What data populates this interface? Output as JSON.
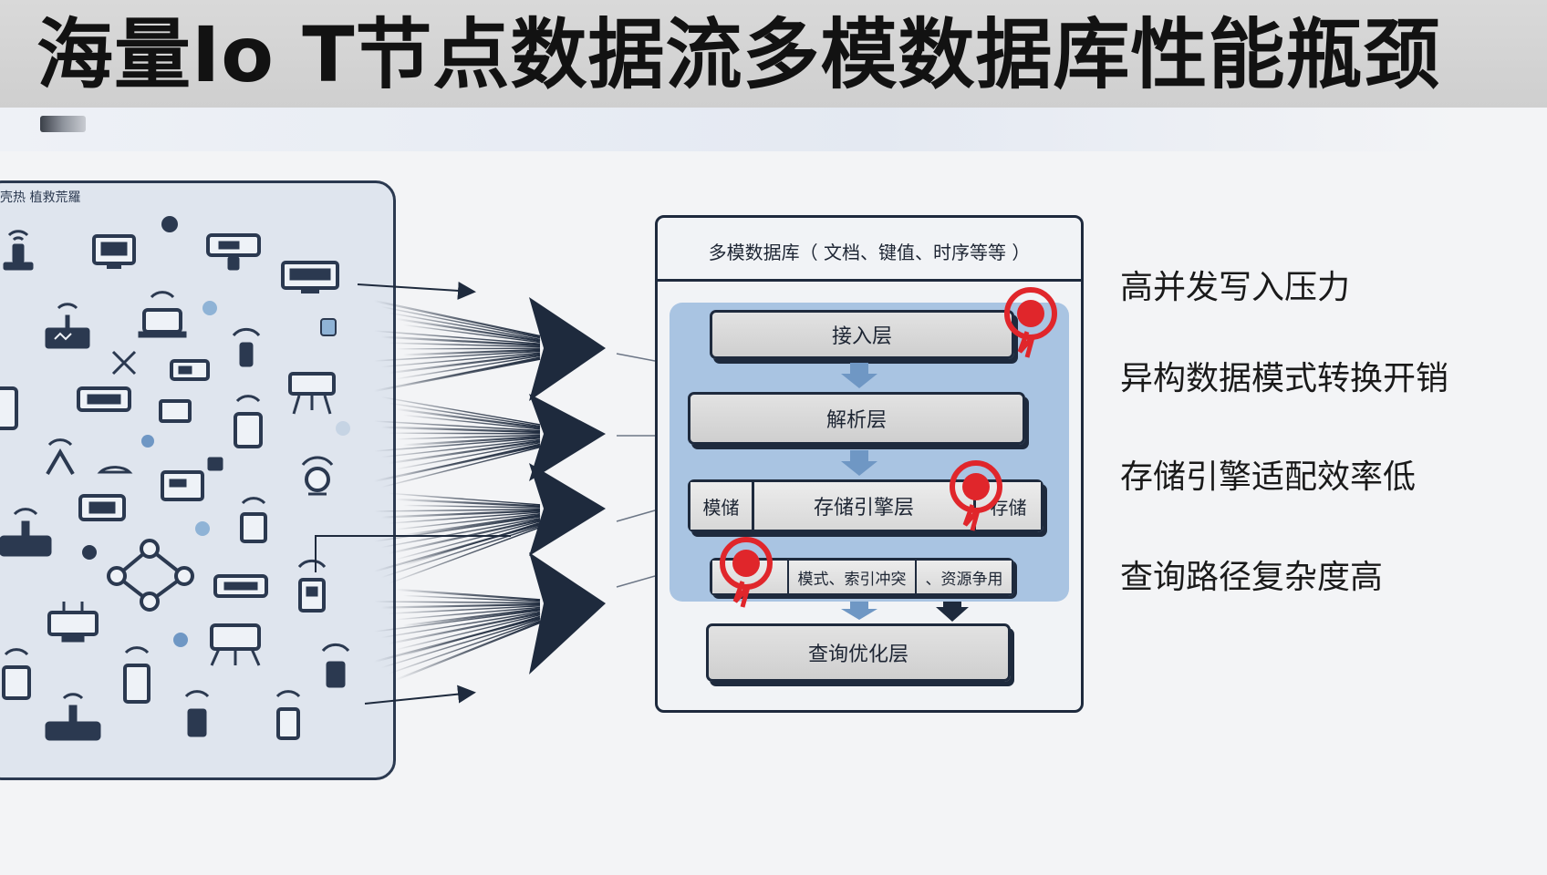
{
  "title": "海量Io T节点数据流多模数据库性能瓶颈",
  "iot_panel": {
    "label": "壳热 植救荒羅"
  },
  "database": {
    "header": "多模数据库（ 文档、键值、时序等等 ）",
    "layers": {
      "ingest": "接入层",
      "parse": "解析层",
      "storage_left": "模储",
      "storage_main": "存储引擎层",
      "storage_right": "存储",
      "conflict_left": "",
      "conflict_mid": "模式、索引冲突",
      "conflict_right": "、资源争用",
      "query": "查询优化层"
    }
  },
  "bottlenecks": [
    "高并发写入压力",
    "异构数据模式转换开销",
    "存储引擎适配效率低",
    "查询路径复杂度高"
  ],
  "colors": {
    "navy": "#1e2a3d",
    "layer_bg": "#a9c4e2",
    "alert_red": "#e0262b",
    "arrow": "#6f97c4"
  },
  "icons": [
    "router-icon",
    "monitor-icon",
    "antenna-icon",
    "sensor-icon",
    "camera-icon",
    "tablet-icon",
    "network-icon",
    "alert-icon"
  ]
}
